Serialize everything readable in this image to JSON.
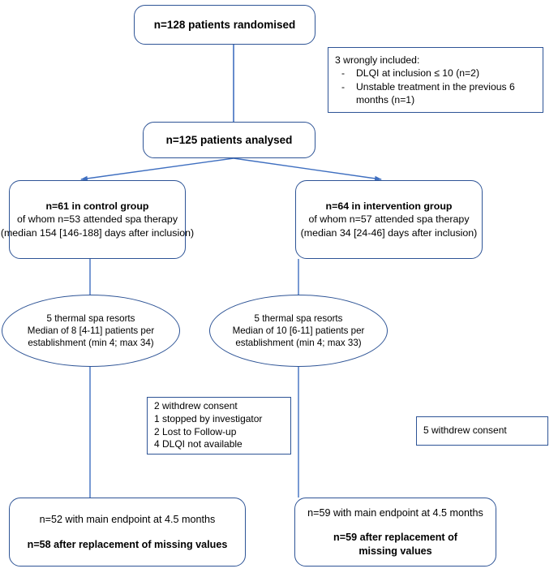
{
  "figure": {
    "type": "flow-diagram",
    "title": "CONSORT-style participant flow diagram",
    "accent_color": "#2e5496",
    "background_color": "#ffffff"
  },
  "nodes": {
    "randomised": {
      "shape": "rounded-rect",
      "line1": "n=128 patients randomised"
    },
    "excluded": {
      "shape": "rect",
      "heading": "3 wrongly  included:",
      "bullet1_dash": "-",
      "bullet1": "DLQI at inclusion ≤ 10 (n=2)",
      "bullet2_dash": "-",
      "bullet2": "Unstable treatment in the previous 6 months (n=1)"
    },
    "analysed": {
      "shape": "rounded-rect",
      "line1": "n=125 patients analysed"
    },
    "control_group": {
      "shape": "rounded-rect",
      "line1": "n=61 in control group",
      "line2": "of whom n=53 attended spa therapy",
      "line3": "(median 154 [146-188] days after inclusion)"
    },
    "intervention_group": {
      "shape": "rounded-rect",
      "line1": "n=64 in intervention group",
      "line2": "of whom n=57 attended spa therapy",
      "line3": "(median 34 [24-46] days after inclusion)"
    },
    "control_resorts": {
      "shape": "ellipse",
      "line1": "5 thermal spa resorts",
      "line2": "Median of 8 [4-11] patients per",
      "line3": "establishment (min 4; max 34)"
    },
    "intervention_resorts": {
      "shape": "ellipse",
      "line1": "5 thermal spa resorts",
      "line2": "Median of 10 [6-11] patients per",
      "line3": "establishment (min 4; max 33)"
    },
    "control_losses": {
      "shape": "rect",
      "line1": "2 withdrew consent",
      "line2": "1 stopped by investigator",
      "line3": "2 Lost to Follow-up",
      "line4": "4 DLQI not available"
    },
    "intervention_losses": {
      "shape": "rect",
      "line1": "5 withdrew consent"
    },
    "control_endpoint": {
      "shape": "rounded-rect",
      "line1": "n=52 with main endpoint at 4.5 months",
      "line2": "n=58 after replacement of missing values"
    },
    "intervention_endpoint": {
      "shape": "rounded-rect",
      "line1": "n=59 with main endpoint at 4.5 months",
      "line2": "n=59 after replacement of missing values"
    }
  }
}
